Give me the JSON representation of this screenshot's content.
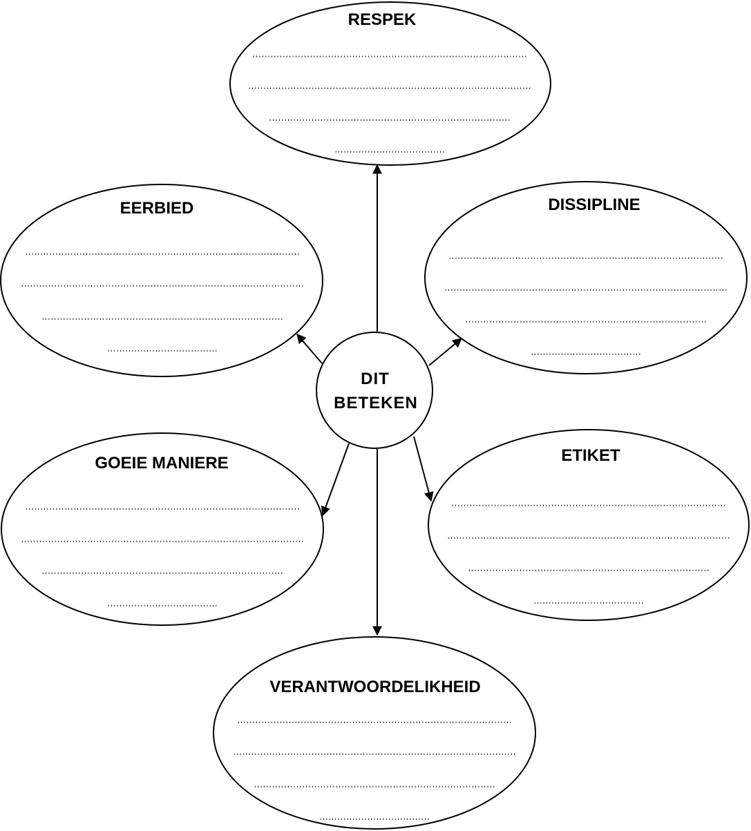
{
  "hub": {
    "line1": "DIT",
    "line2": "BETEKEN"
  },
  "bubbles": [
    {
      "id": "respek",
      "title": "RESPEK",
      "lines": [
        "...........................................................................................",
        "..............................................................................................",
        "................................................................................",
        "....................................."
      ]
    },
    {
      "id": "eerbied",
      "title": "EERBIED",
      "lines": [
        "...........................................................................................",
        "..............................................................................................",
        "................................................................................",
        "....................................."
      ]
    },
    {
      "id": "dissipline",
      "title": "DISSIPLINE",
      "lines": [
        "...........................................................................................",
        "..............................................................................................",
        "................................................................................",
        "....................................."
      ]
    },
    {
      "id": "goeie-maniere",
      "title": "GOEIE MANIERE",
      "lines": [
        "...........................................................................................",
        "..............................................................................................",
        "................................................................................",
        "....................................."
      ]
    },
    {
      "id": "etiket",
      "title": "ETIKET",
      "lines": [
        "...........................................................................................",
        "..............................................................................................",
        "................................................................................",
        "....................................."
      ]
    },
    {
      "id": "verantwoordelikheid",
      "title": "VERANTWOORDELIKHEID",
      "lines": [
        "...........................................................................................",
        "..............................................................................................",
        "................................................................................",
        "....................................."
      ]
    }
  ]
}
